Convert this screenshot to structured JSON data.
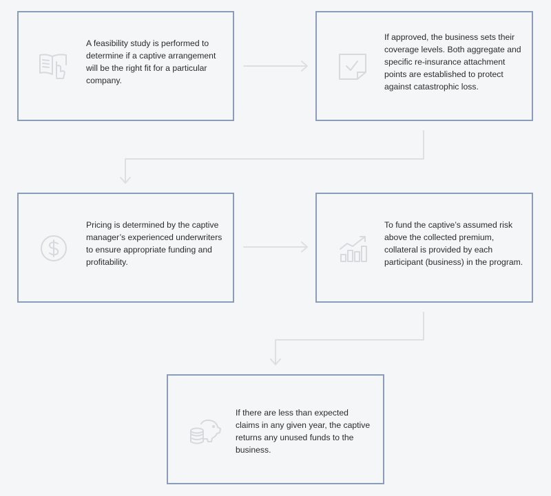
{
  "steps": [
    {
      "icon": "book-hand-icon",
      "text": "A feasibility study is performed to determine if a captive arrangement will be the right fit for a particular company."
    },
    {
      "icon": "checklist-icon",
      "text": "If approved, the business sets their coverage levels.  Both aggregate and specific re-insurance attachment points are established to protect against catastrophic loss."
    },
    {
      "icon": "dollar-circle-icon",
      "text": "Pricing is determined by the captive manager’s experienced underwriters to ensure appropriate funding and profitability."
    },
    {
      "icon": "growth-chart-icon",
      "text": "To fund the captive’s assumed risk above the collected premium, collateral is provided by each participant (business) in the program."
    },
    {
      "icon": "piggy-bank-coins-icon",
      "text": "If there are less than expected claims in any given year, the captive returns any unused funds to the business."
    }
  ],
  "colors": {
    "background": "#f5f6f8",
    "box_border": "#8a9cb7",
    "connector": "#dcdfe4",
    "icon": "#d6d9de",
    "text": "#2b2b2b"
  }
}
